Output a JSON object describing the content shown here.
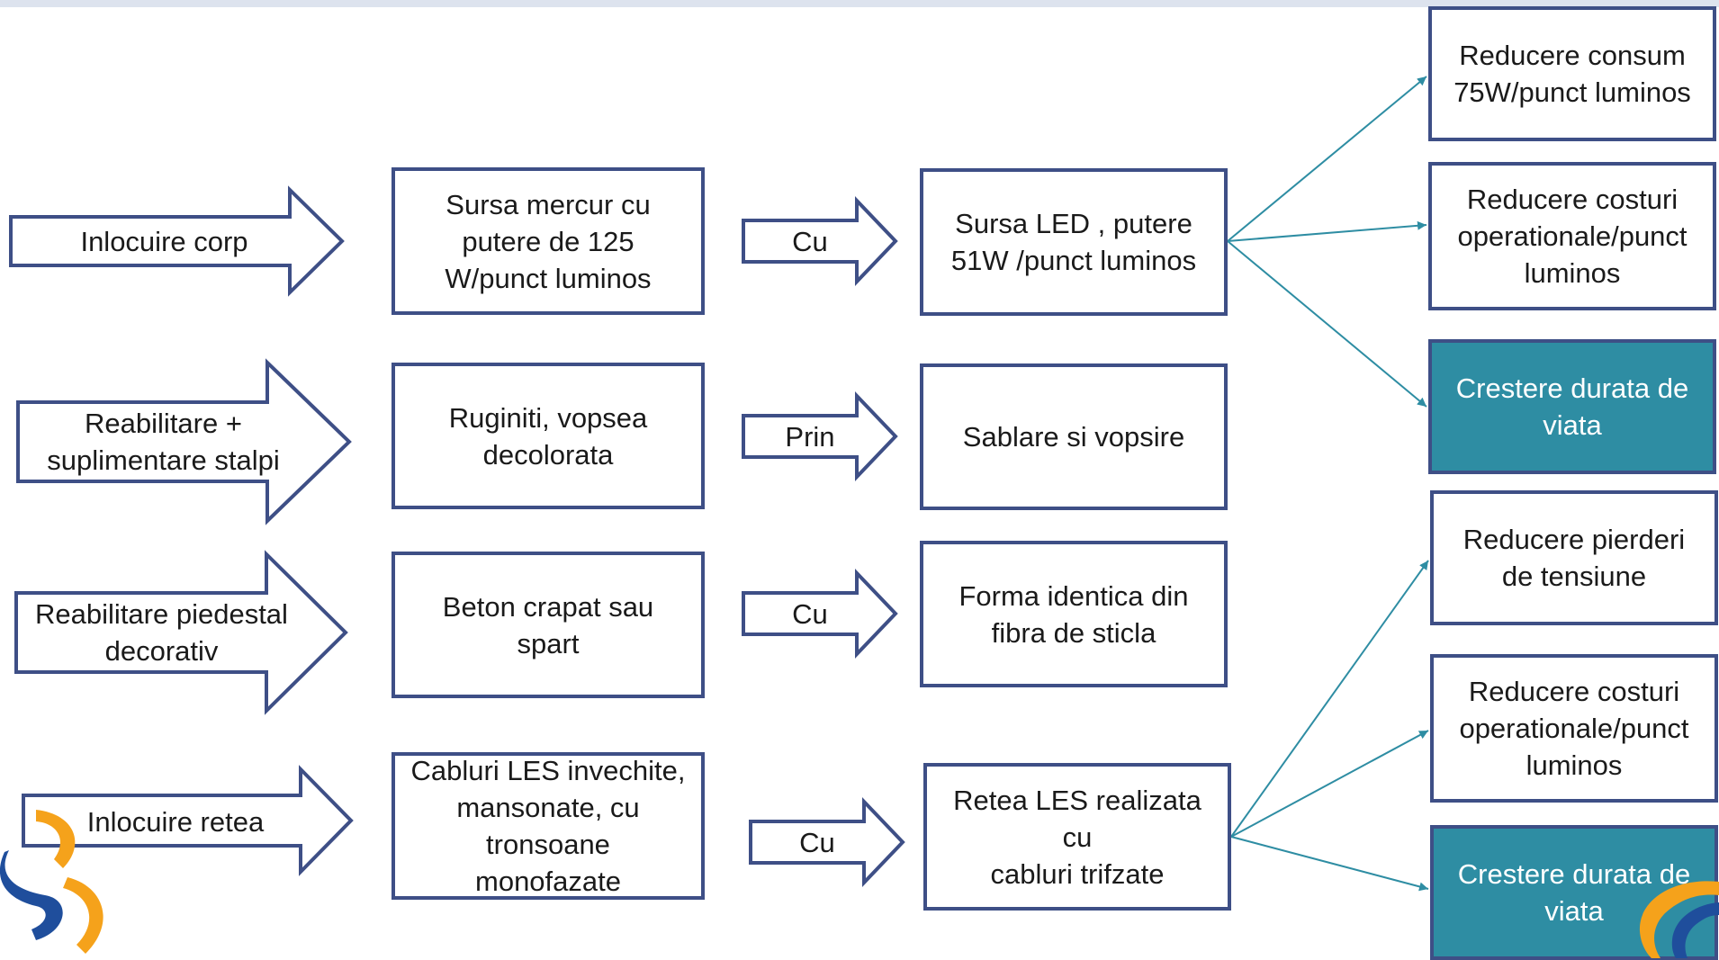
{
  "diagram": {
    "rows": [
      {
        "action": "Inlocuire corp",
        "problem": "Sursa  mercur cu\nputere de 125\nW/punct luminos",
        "connector": "Cu",
        "solution": "Sursa LED , putere\n51W /punct luminos"
      },
      {
        "action": "Reabilitare +\nsuplimentare stalpi",
        "problem": "Ruginiti, vopsea\ndecolorata",
        "connector": "Prin",
        "solution": "Sablare si vopsire"
      },
      {
        "action": "Reabilitare piedestal\ndecorativ",
        "problem": "Beton crapat sau\nspart",
        "connector": "Cu",
        "solution": "Forma identica din\nfibra de sticla"
      },
      {
        "action": "Inlocuire retea",
        "problem": "Cabluri LES invechite,\nmansonate, cu\ntronsoane\nmonofazate",
        "connector": "Cu",
        "solution": "Retea LES realizata cu\ncabluri trifzate"
      }
    ],
    "benefits_top": [
      "Reducere consum\n75W/punct luminos",
      "Reducere costuri\noperationale/punct\nluminos",
      "Crestere durata de\nviata"
    ],
    "benefits_bottom": [
      "Reducere pierderi\nde tensiune",
      "Reducere costuri\noperationale/punct\nluminos",
      "Crestere durata de\nviata"
    ],
    "colors": {
      "border": "#3e4f86",
      "highlight": "#2e8da3",
      "connector_line": "#2e8da3",
      "logo_orange": "#f5a21b",
      "logo_blue": "#1f4e9c"
    }
  }
}
